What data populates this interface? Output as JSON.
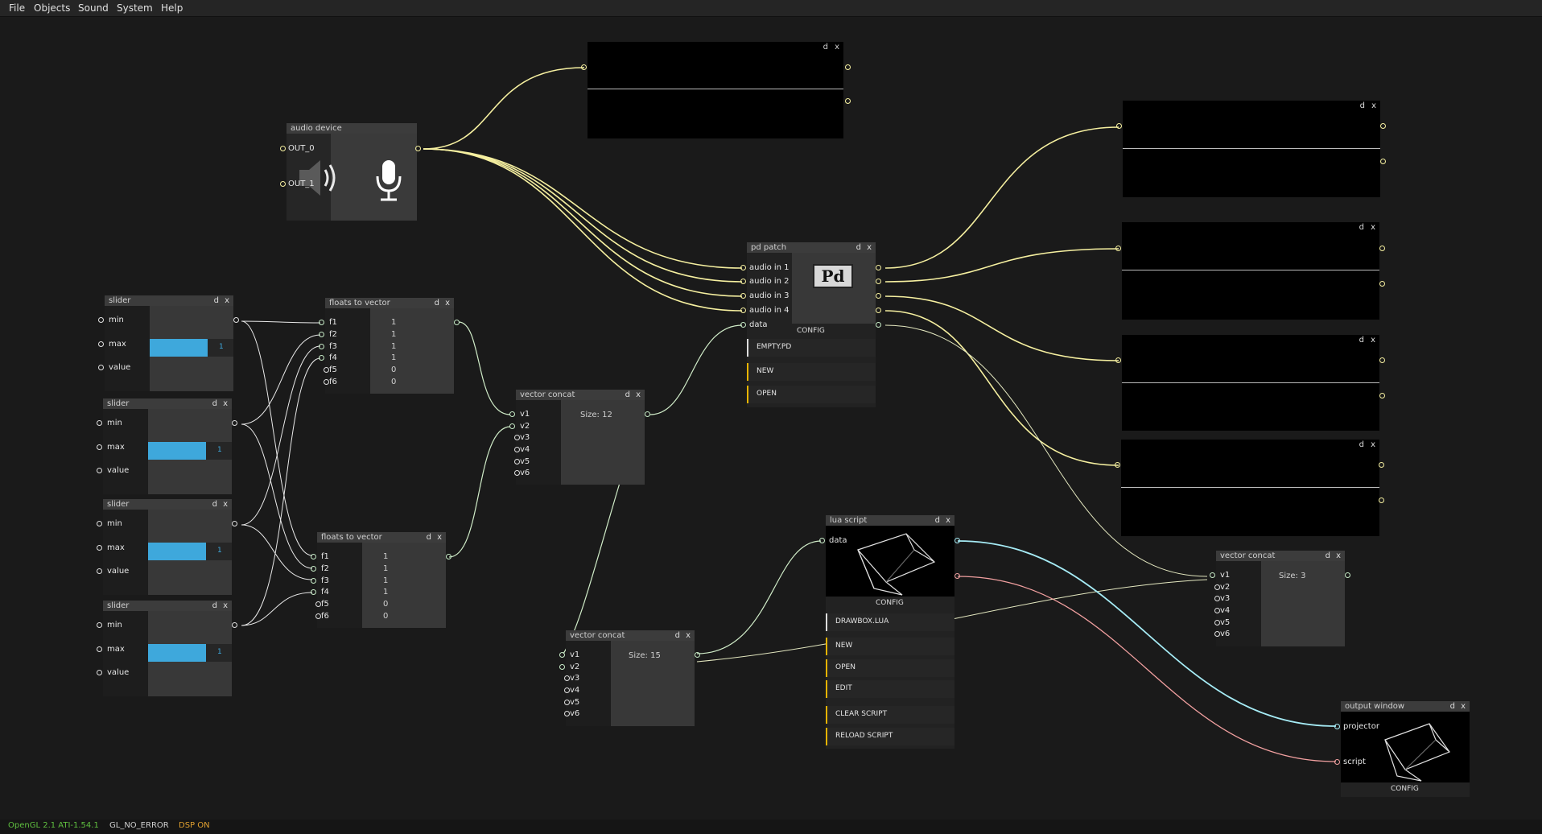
{
  "menubar": {
    "items": [
      "File",
      "Objects",
      "Sound",
      "System",
      "Help"
    ]
  },
  "status": {
    "gl": "OpenGL 2.1 ATI-1.54.1",
    "err": "GL_NO_ERROR",
    "dsp": "DSP ON"
  },
  "colors": {
    "bg": "#1a1a1a",
    "wire_audio": "#f6f0a0",
    "wire_data": "#c8ecc8",
    "wire_projector": "#a6ecf6",
    "wire_script": "#f2a0a0",
    "slider": "#3ea8dc",
    "button_accent": "#e8b400",
    "status_gl": "#5fbf3f",
    "status_dsp": "#e0a030"
  },
  "nodes": {
    "audio_device": {
      "title": "audio device",
      "out0": "OUT_0",
      "out1": "OUT_1",
      "icons": [
        "speaker-icon",
        "microphone-icon"
      ]
    },
    "scope_top": {
      "d": "d",
      "x": "x"
    },
    "scopes_right": [
      {
        "d": "d",
        "x": "x"
      },
      {
        "d": "d",
        "x": "x"
      },
      {
        "d": "d",
        "x": "x"
      },
      {
        "d": "d",
        "x": "x"
      }
    ],
    "sliders": [
      {
        "title": "slider",
        "min": "min",
        "max": "max",
        "value": "value",
        "num": "1",
        "level": 1,
        "d": "d",
        "x": "x"
      },
      {
        "title": "slider",
        "min": "min",
        "max": "max",
        "value": "value",
        "num": "1",
        "level": 1,
        "d": "d",
        "x": "x"
      },
      {
        "title": "slider",
        "min": "min",
        "max": "max",
        "value": "value",
        "num": "1",
        "level": 1,
        "d": "d",
        "x": "x"
      },
      {
        "title": "slider",
        "min": "min",
        "max": "max",
        "value": "value",
        "num": "1",
        "level": 1,
        "d": "d",
        "x": "x"
      }
    ],
    "ftv": [
      {
        "title": "floats to vector",
        "d": "d",
        "x": "x",
        "inlets": [
          "f1",
          "f2",
          "f3",
          "f4",
          "f5",
          "f6"
        ],
        "values": [
          "1",
          "1",
          "1",
          "1",
          "0",
          "0"
        ]
      },
      {
        "title": "floats to vector",
        "d": "d",
        "x": "x",
        "inlets": [
          "f1",
          "f2",
          "f3",
          "f4",
          "f5",
          "f6"
        ],
        "values": [
          "1",
          "1",
          "1",
          "1",
          "0",
          "0"
        ]
      }
    ],
    "vc": [
      {
        "title": "vector concat",
        "d": "d",
        "x": "x",
        "inlets": [
          "v1",
          "v2",
          "v3",
          "v4",
          "v5",
          "v6"
        ],
        "size": "Size: 12"
      },
      {
        "title": "vector concat",
        "d": "d",
        "x": "x",
        "inlets": [
          "v1",
          "v2",
          "v3",
          "v4",
          "v5",
          "v6"
        ],
        "size": "Size: 15"
      },
      {
        "title": "vector concat",
        "d": "d",
        "x": "x",
        "inlets": [
          "v1",
          "v2",
          "v3",
          "v4",
          "v5",
          "v6"
        ],
        "size": "Size: 3"
      }
    ],
    "pd": {
      "title": "pd patch",
      "d": "d",
      "x": "x",
      "inlets": [
        "audio in 1",
        "audio in 2",
        "audio in 3",
        "audio in 4",
        "data"
      ],
      "logo": "Pd",
      "config": "CONFIG",
      "buttons": [
        "EMPTY.PD",
        "NEW",
        "OPEN"
      ]
    },
    "lua": {
      "title": "lua script",
      "d": "d",
      "x": "x",
      "inlet": "data",
      "config": "CONFIG",
      "buttons": [
        "DRAWBOX.LUA",
        "NEW",
        "OPEN",
        "EDIT",
        "CLEAR SCRIPT",
        "RELOAD SCRIPT"
      ]
    },
    "output": {
      "title": "output window",
      "d": "d",
      "x": "x",
      "inlets": [
        "projector",
        "script"
      ],
      "config": "CONFIG"
    }
  }
}
